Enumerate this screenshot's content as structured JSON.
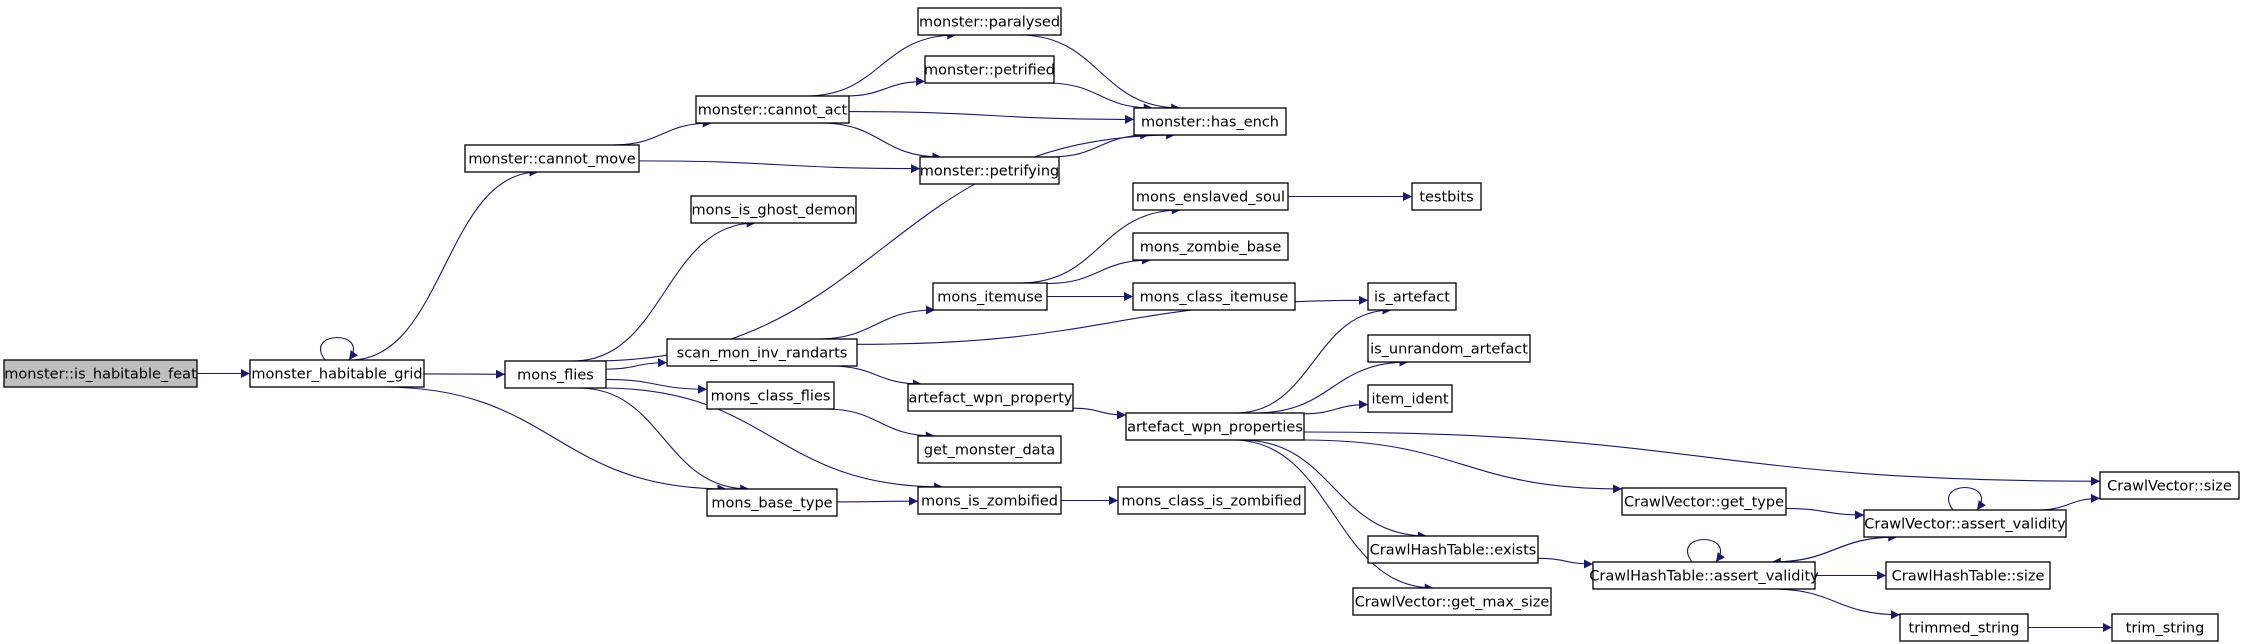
{
  "colors": {
    "edge": "#191970",
    "node_border": "#000000",
    "node_fill": "#ffffff",
    "root_fill": "#bfbfbf"
  },
  "nodes": [
    {
      "id": "is_habitable_feat",
      "label": "monster::is_habitable_feat",
      "root": true
    },
    {
      "id": "monster_habitable_grid",
      "label": "monster_habitable_grid"
    },
    {
      "id": "cannot_move",
      "label": "monster::cannot_move"
    },
    {
      "id": "cannot_act",
      "label": "monster::cannot_act"
    },
    {
      "id": "paralysed",
      "label": "monster::paralysed"
    },
    {
      "id": "petrified",
      "label": "monster::petrified"
    },
    {
      "id": "petrifying",
      "label": "monster::petrifying"
    },
    {
      "id": "has_ench",
      "label": "monster::has_ench"
    },
    {
      "id": "mons_flies",
      "label": "mons_flies"
    },
    {
      "id": "mons_is_ghost_demon",
      "label": "mons_is_ghost_demon"
    },
    {
      "id": "scan_mon_inv_randarts",
      "label": "scan_mon_inv_randarts"
    },
    {
      "id": "mons_class_flies",
      "label": "mons_class_flies"
    },
    {
      "id": "mons_base_type",
      "label": "mons_base_type"
    },
    {
      "id": "mons_is_zombified",
      "label": "mons_is_zombified"
    },
    {
      "id": "mons_class_is_zombified",
      "label": "mons_class_is_zombified"
    },
    {
      "id": "mons_itemuse",
      "label": "mons_itemuse"
    },
    {
      "id": "mons_enslaved_soul",
      "label": "mons_enslaved_soul"
    },
    {
      "id": "testbits",
      "label": "testbits"
    },
    {
      "id": "mons_zombie_base",
      "label": "mons_zombie_base"
    },
    {
      "id": "mons_class_itemuse",
      "label": "mons_class_itemuse"
    },
    {
      "id": "artefact_wpn_property",
      "label": "artefact_wpn_property"
    },
    {
      "id": "get_monster_data",
      "label": "get_monster_data"
    },
    {
      "id": "artefact_wpn_properties",
      "label": "artefact_wpn_properties"
    },
    {
      "id": "is_artefact",
      "label": "is_artefact"
    },
    {
      "id": "is_unrandom_artefact",
      "label": "is_unrandom_artefact"
    },
    {
      "id": "item_ident",
      "label": "item_ident"
    },
    {
      "id": "cv_get_type",
      "label": "CrawlVector::get_type"
    },
    {
      "id": "cht_exists",
      "label": "CrawlHashTable::exists"
    },
    {
      "id": "cv_get_max_size",
      "label": "CrawlVector::get_max_size"
    },
    {
      "id": "cht_assert_validity",
      "label": "CrawlHashTable::assert_validity"
    },
    {
      "id": "cv_assert_validity",
      "label": "CrawlVector::assert_validity"
    },
    {
      "id": "cv_size",
      "label": "CrawlVector::size"
    },
    {
      "id": "cht_size",
      "label": "CrawlHashTable::size"
    },
    {
      "id": "trimmed_string",
      "label": "trimmed_string"
    },
    {
      "id": "trim_string",
      "label": "trim_string"
    }
  ],
  "edges": [
    [
      "is_habitable_feat",
      "monster_habitable_grid"
    ],
    [
      "monster_habitable_grid",
      "monster_habitable_grid"
    ],
    [
      "monster_habitable_grid",
      "cannot_move"
    ],
    [
      "monster_habitable_grid",
      "mons_flies"
    ],
    [
      "monster_habitable_grid",
      "mons_base_type"
    ],
    [
      "cannot_move",
      "cannot_act"
    ],
    [
      "cannot_move",
      "petrifying"
    ],
    [
      "cannot_act",
      "paralysed"
    ],
    [
      "cannot_act",
      "petrified"
    ],
    [
      "cannot_act",
      "has_ench"
    ],
    [
      "cannot_act",
      "petrifying"
    ],
    [
      "paralysed",
      "has_ench"
    ],
    [
      "petrified",
      "has_ench"
    ],
    [
      "petrifying",
      "has_ench"
    ],
    [
      "mons_flies",
      "mons_is_ghost_demon"
    ],
    [
      "mons_flies",
      "has_ench"
    ],
    [
      "mons_flies",
      "scan_mon_inv_randarts"
    ],
    [
      "mons_flies",
      "mons_class_flies"
    ],
    [
      "mons_flies",
      "mons_base_type"
    ],
    [
      "mons_flies",
      "mons_is_zombified"
    ],
    [
      "scan_mon_inv_randarts",
      "mons_itemuse"
    ],
    [
      "scan_mon_inv_randarts",
      "is_artefact"
    ],
    [
      "scan_mon_inv_randarts",
      "artefact_wpn_property"
    ],
    [
      "mons_class_flies",
      "get_monster_data"
    ],
    [
      "mons_base_type",
      "mons_is_zombified"
    ],
    [
      "mons_is_zombified",
      "mons_class_is_zombified"
    ],
    [
      "mons_itemuse",
      "mons_enslaved_soul"
    ],
    [
      "mons_itemuse",
      "mons_zombie_base"
    ],
    [
      "mons_itemuse",
      "mons_class_itemuse"
    ],
    [
      "mons_enslaved_soul",
      "testbits"
    ],
    [
      "artefact_wpn_property",
      "artefact_wpn_properties"
    ],
    [
      "artefact_wpn_properties",
      "is_artefact"
    ],
    [
      "artefact_wpn_properties",
      "is_unrandom_artefact"
    ],
    [
      "artefact_wpn_properties",
      "item_ident"
    ],
    [
      "artefact_wpn_properties",
      "cv_size"
    ],
    [
      "artefact_wpn_properties",
      "cv_get_type"
    ],
    [
      "artefact_wpn_properties",
      "cht_exists"
    ],
    [
      "artefact_wpn_properties",
      "cv_get_max_size"
    ],
    [
      "cv_get_type",
      "cv_assert_validity"
    ],
    [
      "cht_exists",
      "cht_assert_validity"
    ],
    [
      "cht_assert_validity",
      "cht_assert_validity"
    ],
    [
      "cht_assert_validity",
      "cv_assert_validity"
    ],
    [
      "cht_assert_validity",
      "cht_size"
    ],
    [
      "cht_assert_validity",
      "trimmed_string"
    ],
    [
      "cv_assert_validity",
      "cv_assert_validity"
    ],
    [
      "cv_assert_validity",
      "cht_assert_validity"
    ],
    [
      "cv_assert_validity",
      "cv_size"
    ],
    [
      "trimmed_string",
      "trim_string"
    ]
  ]
}
